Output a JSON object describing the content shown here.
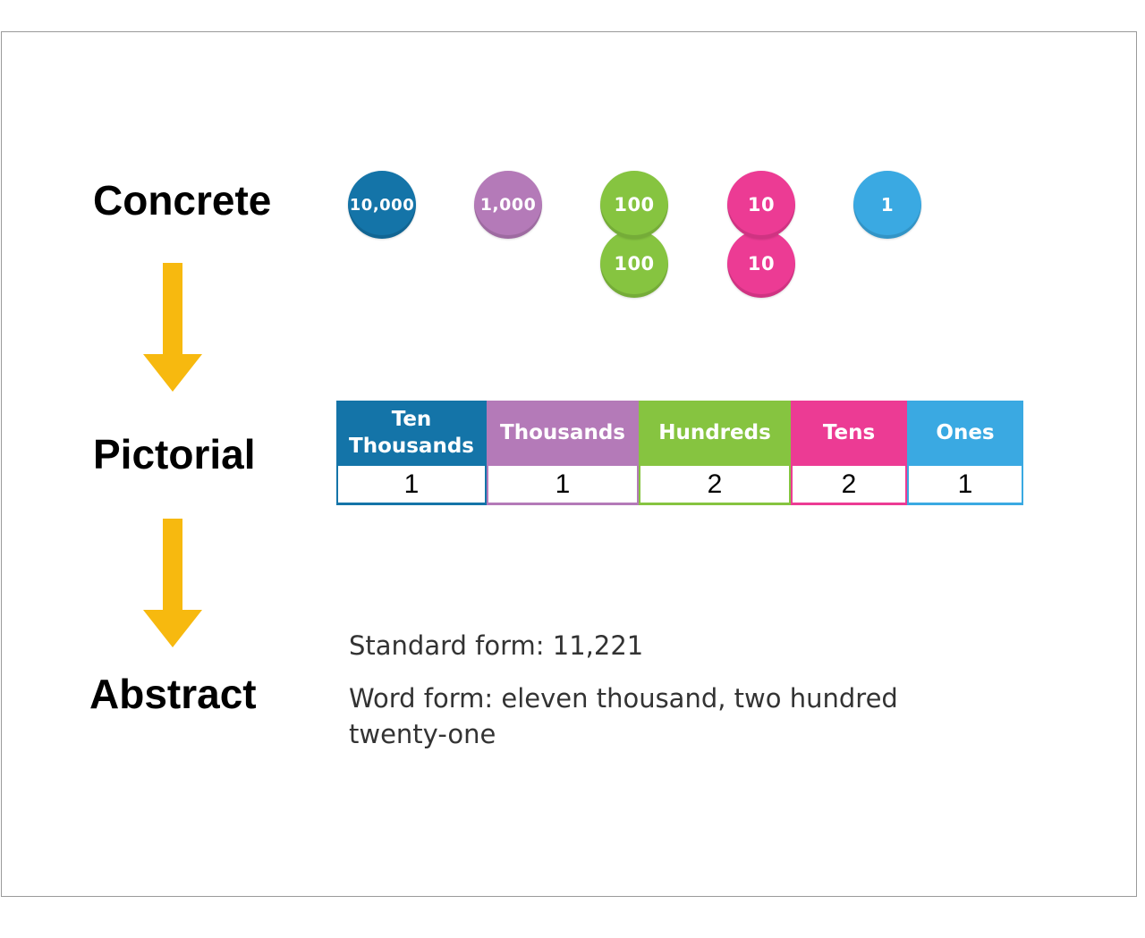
{
  "stages": {
    "concrete": "Concrete",
    "pictorial": "Pictorial",
    "abstract": "Abstract"
  },
  "colors": {
    "arrow": "#f7b90f",
    "ten_thousands": "#1474a8",
    "thousands": "#b47ab8",
    "hundreds": "#86c440",
    "tens": "#ec3b94",
    "ones": "#3aa9e2"
  },
  "discs": [
    {
      "label": "10,000",
      "color": "#1474a8"
    },
    {
      "label": "1,000",
      "color": "#b47ab8"
    },
    {
      "label": "100",
      "color": "#86c440"
    },
    {
      "label": "100",
      "color": "#86c440"
    },
    {
      "label": "10",
      "color": "#ec3b94"
    },
    {
      "label": "10",
      "color": "#ec3b94"
    },
    {
      "label": "1",
      "color": "#3aa9e2"
    }
  ],
  "place_value_table": {
    "columns": [
      {
        "header": "Ten\nThousands",
        "value": "1",
        "color": "#1474a8"
      },
      {
        "header": "Thousands",
        "value": "1",
        "color": "#b47ab8"
      },
      {
        "header": "Hundreds",
        "value": "2",
        "color": "#86c440"
      },
      {
        "header": "Tens",
        "value": "2",
        "color": "#ec3b94"
      },
      {
        "header": "Ones",
        "value": "1",
        "color": "#3aa9e2"
      }
    ]
  },
  "abstract": {
    "standard_form": "Standard form: 11,221",
    "word_form_line1": "Word form: eleven thousand, two hundred",
    "word_form_line2": "twenty-one"
  }
}
